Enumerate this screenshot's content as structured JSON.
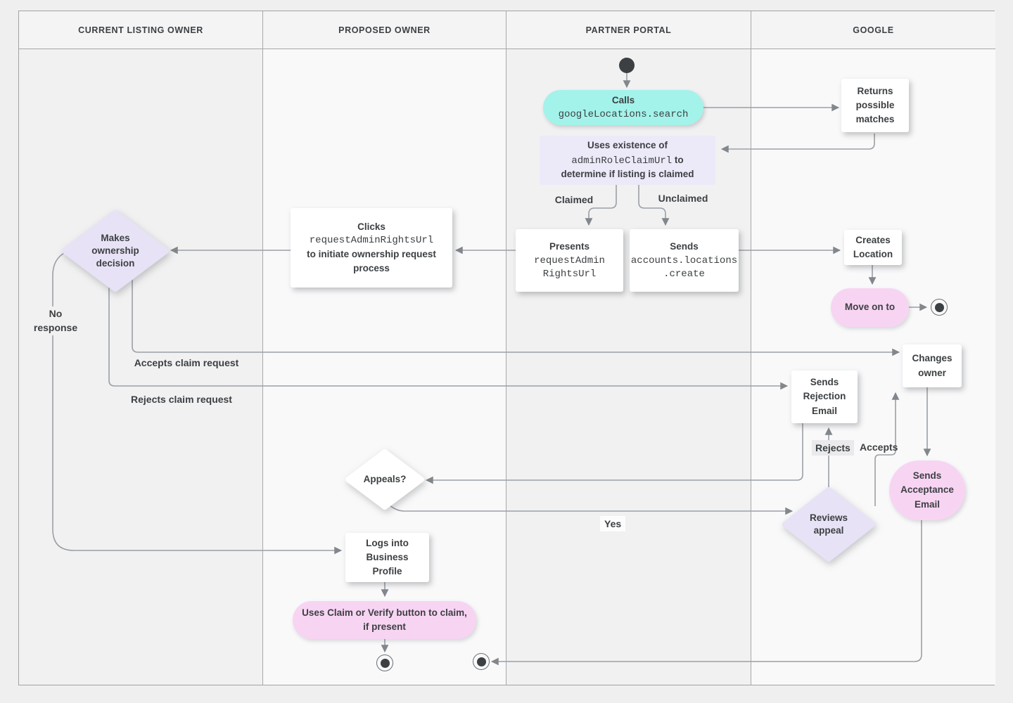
{
  "colors": {
    "teal": "#A3F3EA",
    "lavender_note": "#ECE9F8",
    "lavender_diamond": "#E7E2F5",
    "pink": "#F8D4F3",
    "node_white": "#FFFFFF",
    "wire": "#9AA0A6",
    "arrowhead": "#82878C",
    "text": "#3C4043"
  },
  "lanes": [
    {
      "label": "CURRENT LISTING OWNER"
    },
    {
      "label": "PROPOSED OWNER"
    },
    {
      "label": "PARTNER PORTAL"
    },
    {
      "label": "GOOGLE"
    }
  ],
  "nodes": {
    "calls": {
      "title": "Calls",
      "code": "googleLocations.search"
    },
    "returns_matches": {
      "label": "Returns possible matches"
    },
    "uses_existence": {
      "line1": "Uses existence of",
      "code": "adminRoleClaimUrl",
      "line2_suffix": "to",
      "line3": "determine if listing is claimed"
    },
    "presents": {
      "title": "Presents",
      "code_lines": [
        "requestAdmin",
        "RightsUrl"
      ]
    },
    "sends_create": {
      "title": "Sends",
      "code_lines": [
        "accounts.locations",
        ".create"
      ]
    },
    "creates_location": {
      "label": "Creates Location"
    },
    "move_on": {
      "label": "Move on to"
    },
    "clicks": {
      "title": "Clicks",
      "code": "requestAdminRightsUrl",
      "tail": "to initiate ownership request process"
    },
    "makes_decision": {
      "label": "Makes ownership decision"
    },
    "sends_rejection": {
      "label": "Sends Rejection Email"
    },
    "changes_owner": {
      "label": "Changes owner"
    },
    "appeals": {
      "label": "Appeals?"
    },
    "reviews_appeal": {
      "label": "Reviews appeal"
    },
    "sends_acceptance": {
      "label": "Sends Acceptance Email"
    },
    "logs_into": {
      "label": "Logs into Business Profile"
    },
    "uses_claim": {
      "label": "Uses Claim or Verify button to claim, if present"
    }
  },
  "edge_labels": {
    "claimed": "Claimed",
    "unclaimed": "Unclaimed",
    "no_response": "No response",
    "accepts_claim": "Accepts claim request",
    "rejects_claim": "Rejects claim request",
    "rejects": "Rejects",
    "accepts": "Accepts",
    "yes": "Yes"
  }
}
